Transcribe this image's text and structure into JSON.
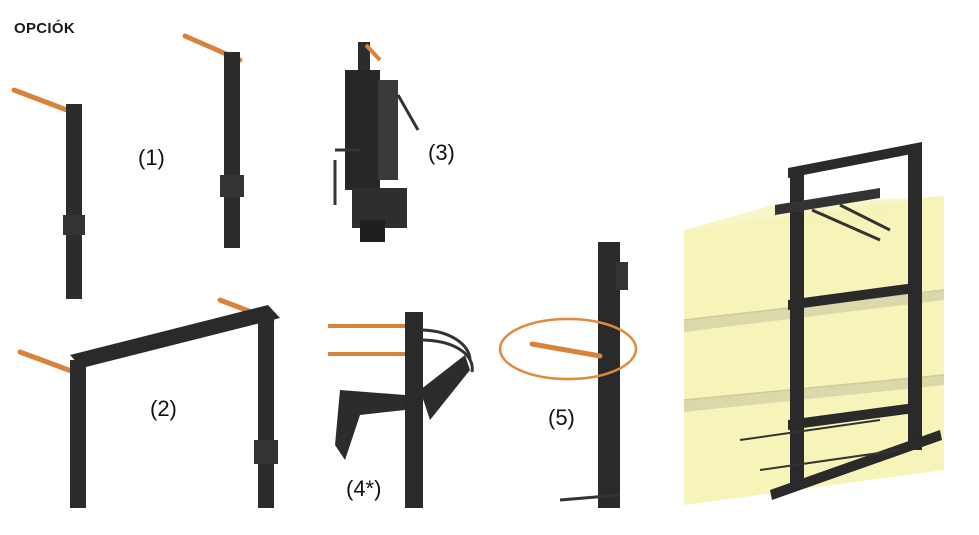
{
  "title": "OPCIÓK",
  "labels": {
    "opt1": "(1)",
    "opt2": "(2)",
    "opt3": "(3)",
    "opt4": "(4*)",
    "opt5": "(5)"
  },
  "colors": {
    "frame": "#2a2a2a",
    "pin": "#d9823b",
    "highlight": "#e08a3c",
    "load": "#f3f0a0"
  }
}
